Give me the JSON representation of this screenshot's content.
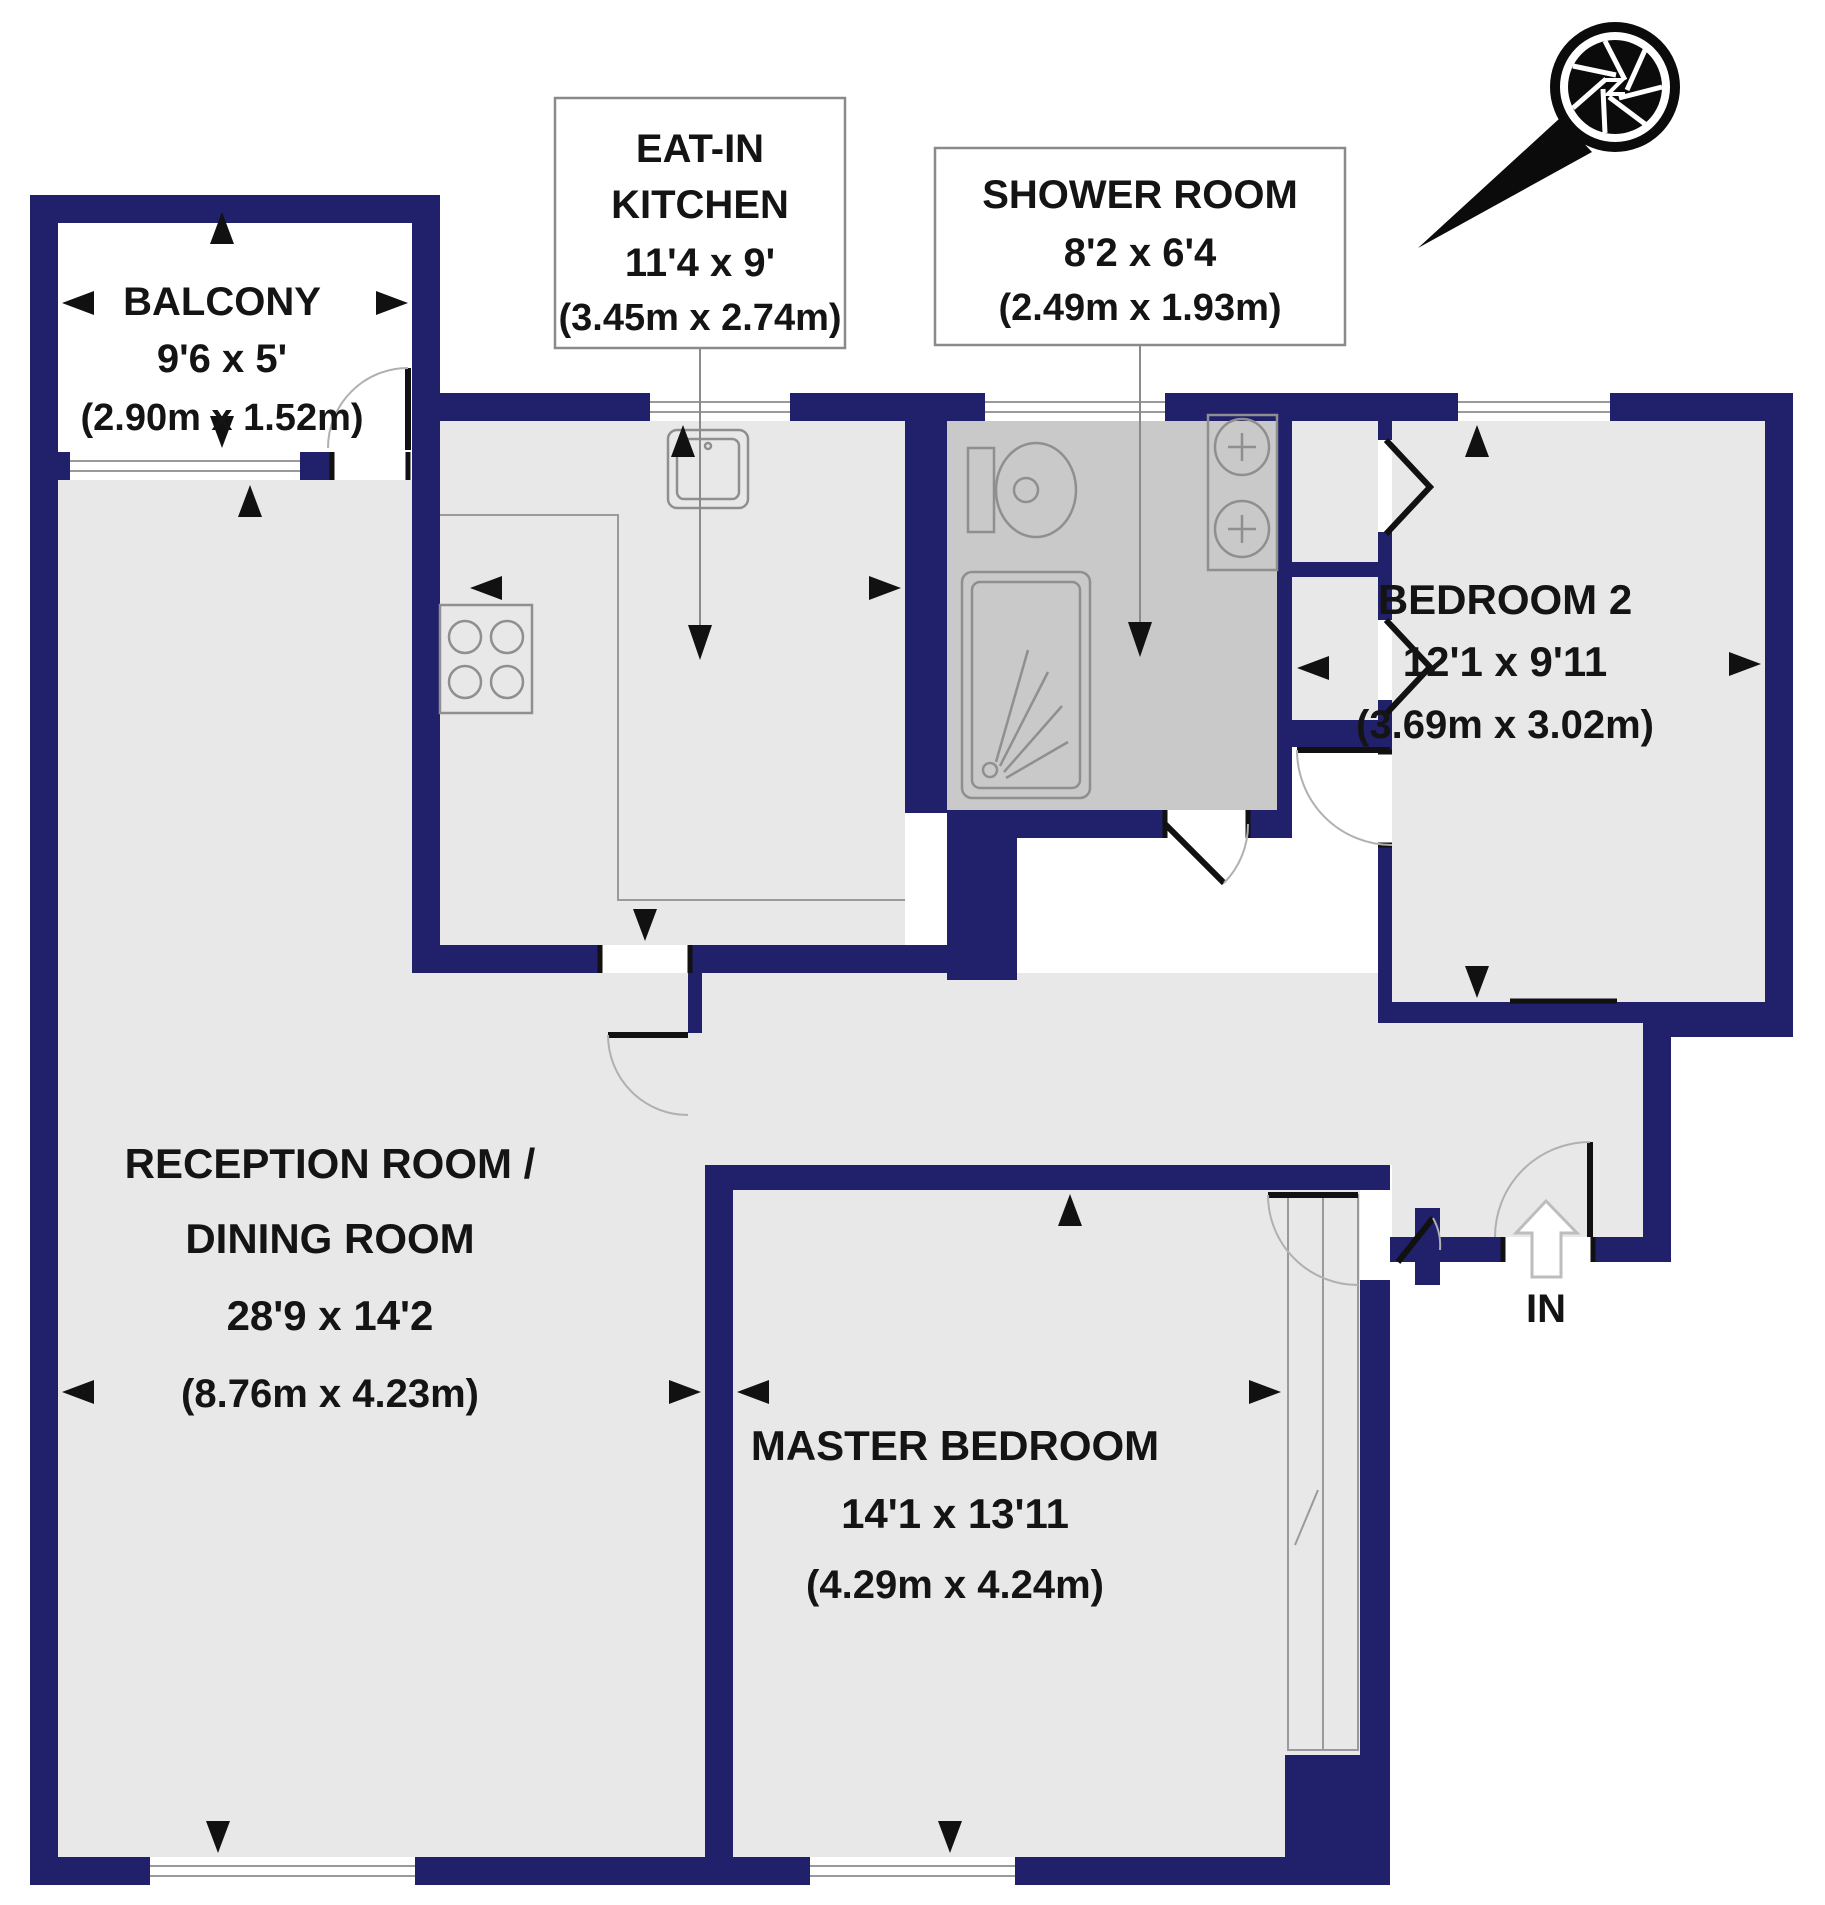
{
  "colors": {
    "wall": "#20206b",
    "floor": "#e8e8e8",
    "shower_floor": "#c9c9c9",
    "balcony_floor": "#ffffff",
    "fixture_line": "#8f8f8f",
    "door_arc": "#b0b0b0",
    "ink": "#141414",
    "window_line": "#9a9a9a",
    "label_box_border": "#8a8a8a",
    "background": "#ffffff"
  },
  "rooms": {
    "balcony": {
      "name": "BALCONY",
      "imperial": "9'6 x 5'",
      "metric": "(2.90m x 1.52m)"
    },
    "kitchen": {
      "name_line1": "EAT-IN",
      "name_line2": "KITCHEN",
      "imperial": "11'4 x 9'",
      "metric": "(3.45m x 2.74m)"
    },
    "shower": {
      "name": "SHOWER ROOM",
      "imperial": "8'2 x 6'4",
      "metric": "(2.49m x 1.93m)"
    },
    "bedroom2": {
      "name": "BEDROOM 2",
      "imperial": "12'1 x 9'11",
      "metric": "(3.69m x 3.02m)"
    },
    "reception": {
      "name_line1": "RECEPTION ROOM /",
      "name_line2": "DINING ROOM",
      "imperial": "28'9 x 14'2",
      "metric": "(8.76m x 4.23m)"
    },
    "master": {
      "name": "MASTER BEDROOM",
      "imperial": "14'1 x 13'11",
      "metric": "(4.29m x 4.24m)"
    }
  },
  "entrance": {
    "label": "IN"
  },
  "icons": {
    "logo": "camera-aperture-logo",
    "entrance_arrow": "up-arrow",
    "dimension_arrow": "solid-triangle"
  }
}
